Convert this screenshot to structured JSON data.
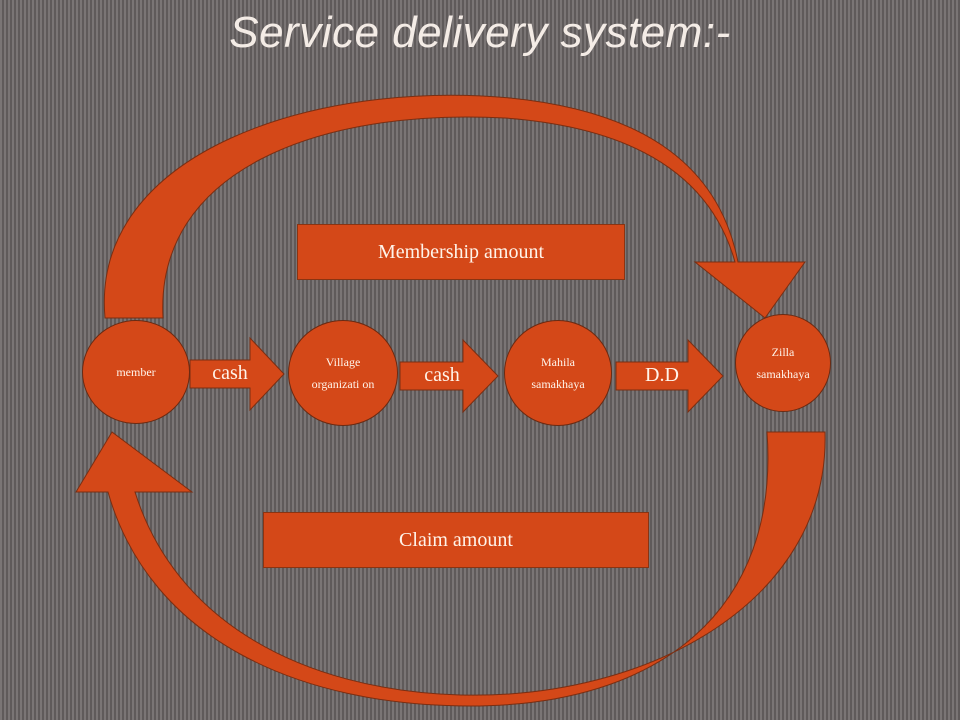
{
  "title": "Service delivery system:-",
  "colors": {
    "accent": "#d44818",
    "dark_accent": "#a83a16",
    "text": "#fff4ea"
  },
  "nodes": [
    {
      "id": "member",
      "label": "member"
    },
    {
      "id": "village",
      "label": "Village organizati on"
    },
    {
      "id": "mahila",
      "label": "Mahila samakhaya"
    },
    {
      "id": "zilla",
      "label": "Zilla samakhaya"
    }
  ],
  "flows": [
    {
      "from": "member",
      "to": "village",
      "label": "cash"
    },
    {
      "from": "village",
      "to": "mahila",
      "label": "cash"
    },
    {
      "from": "mahila",
      "to": "zilla",
      "label": "D.D"
    }
  ],
  "loops": {
    "top": "Membership amount",
    "bottom": "Claim amount"
  }
}
